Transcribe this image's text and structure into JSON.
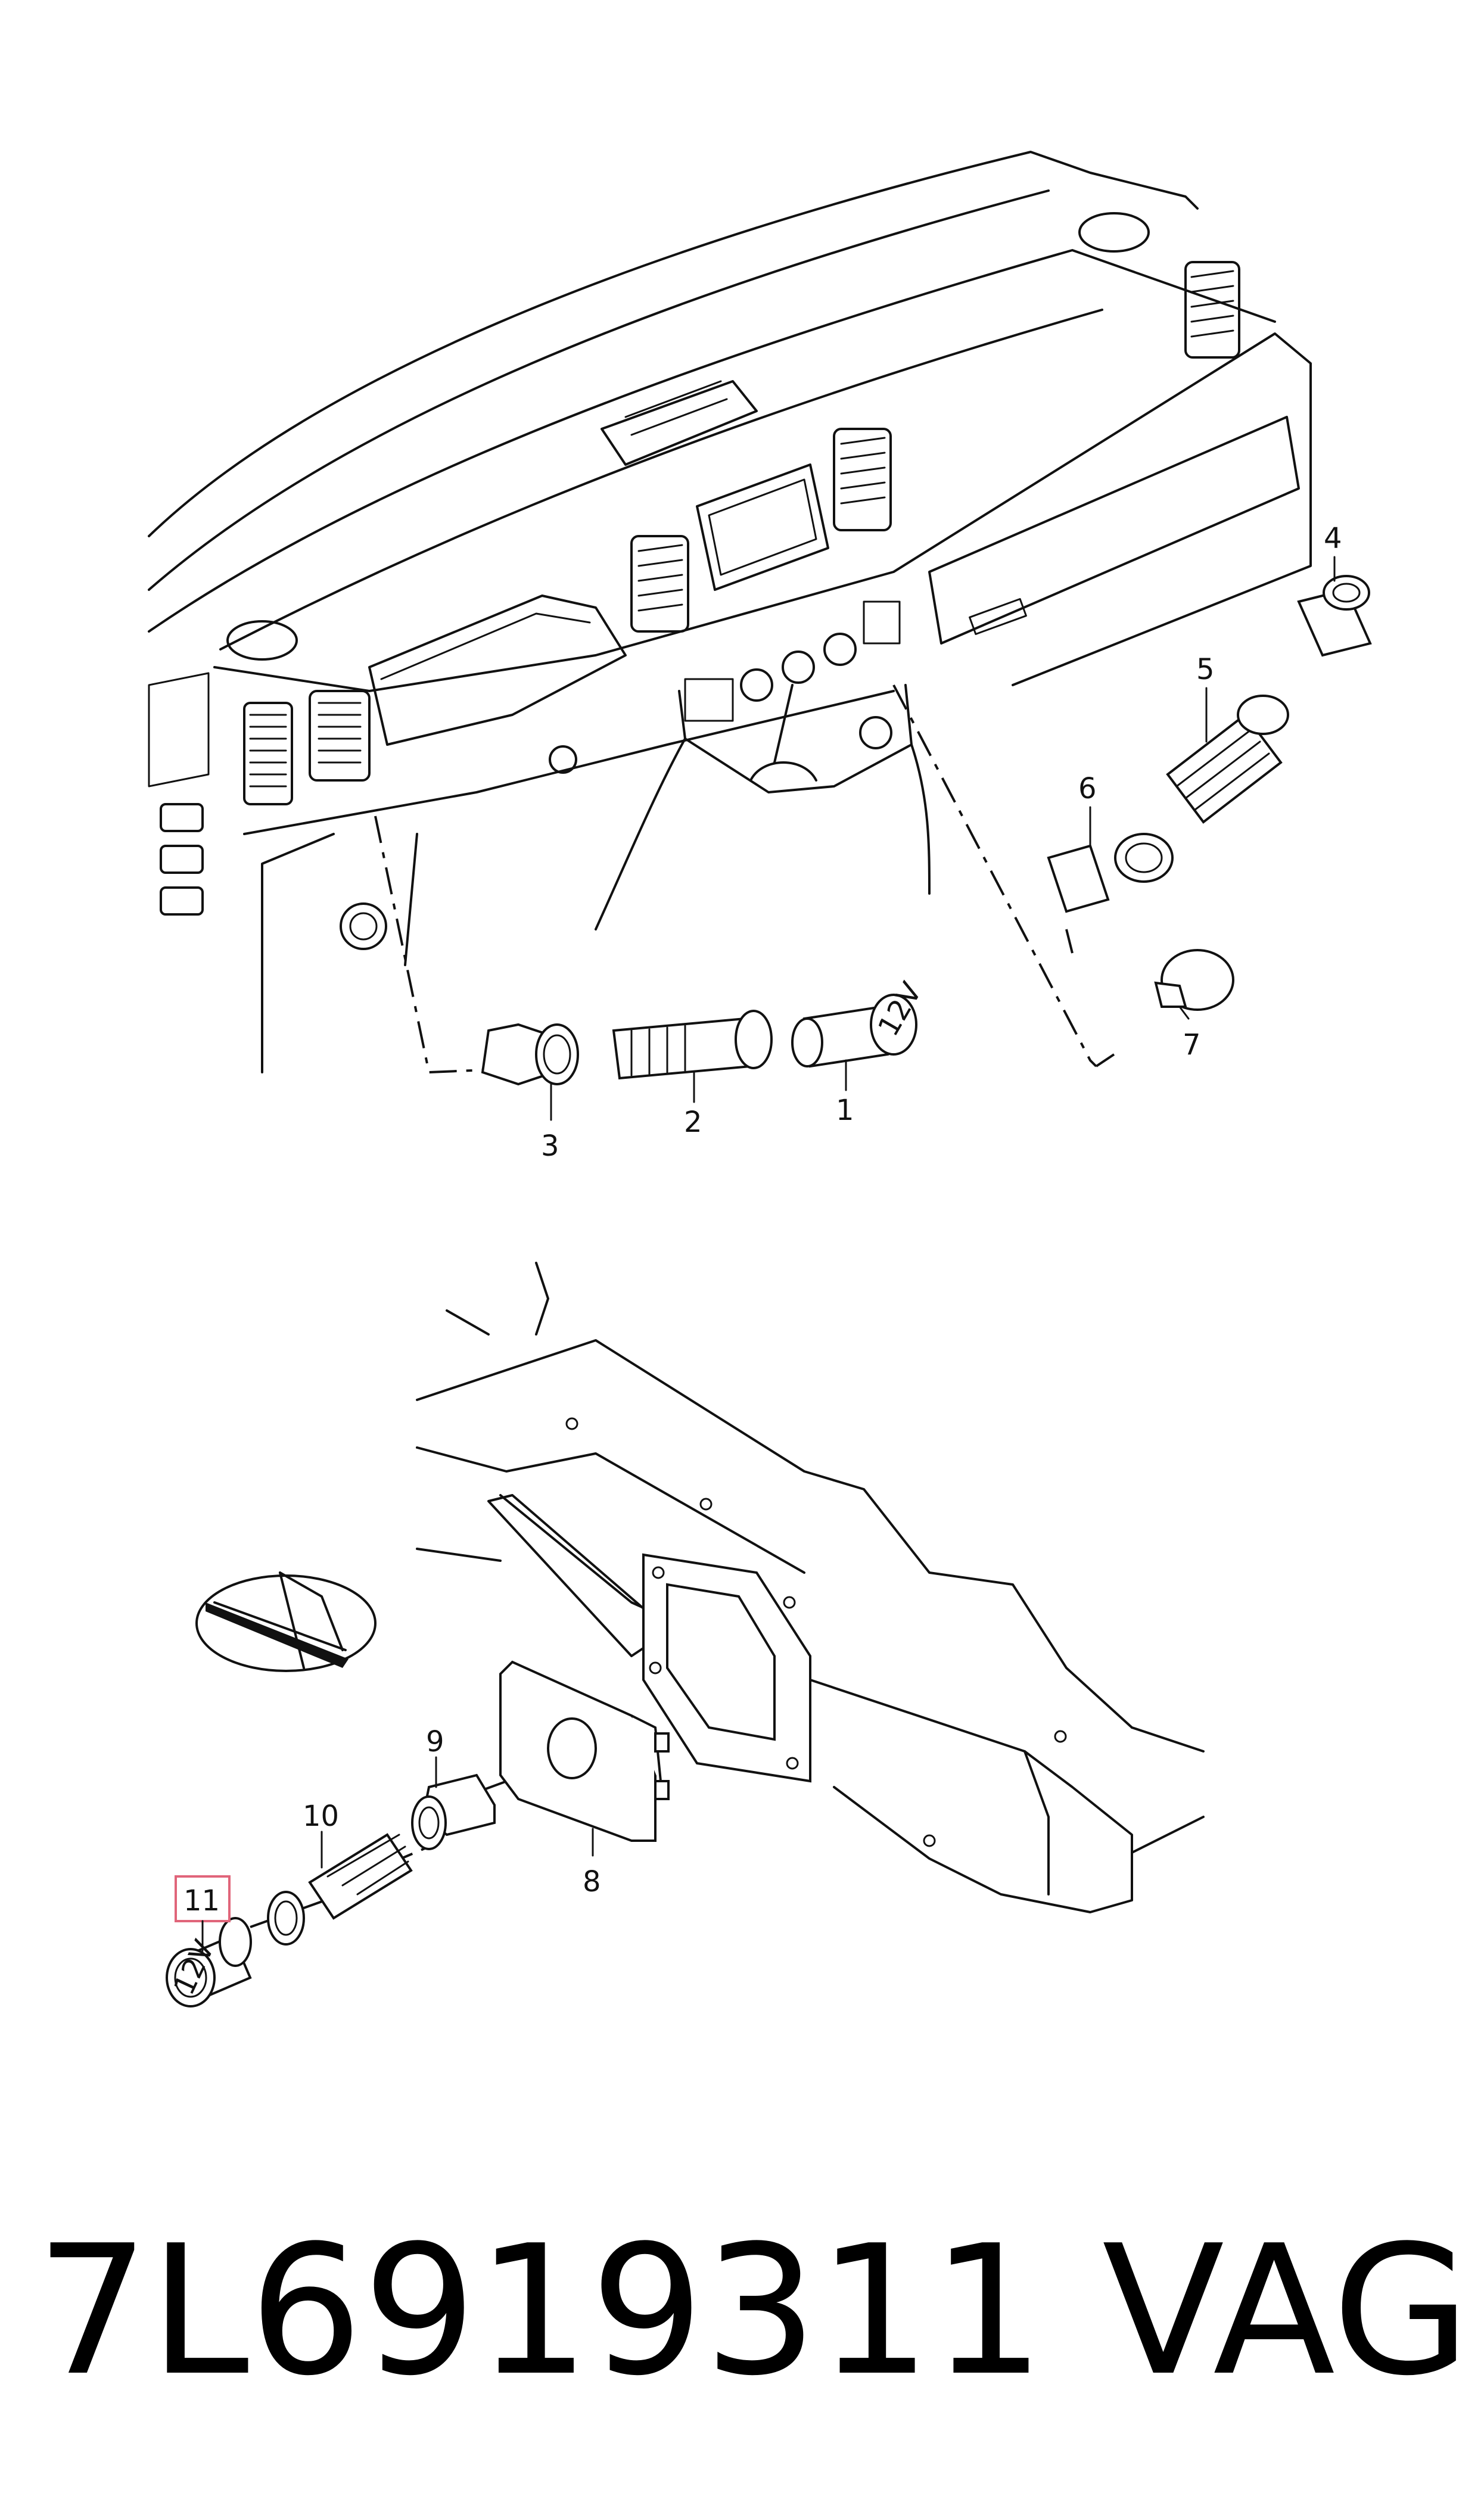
{
  "diagram": {
    "callouts": {
      "c1": "1",
      "c2": "2",
      "c3": "3",
      "c4": "4",
      "c5": "5",
      "c6": "6",
      "c7": "7",
      "c8": "8",
      "c9": "9",
      "c10": "10",
      "c11": "11"
    },
    "socket_labels": {
      "upper": "12V",
      "lower": "12V"
    },
    "highlighted_callout": "11",
    "highlight_color": "#e0657a"
  },
  "footer": {
    "part_number": "7L6919311",
    "brand": "VAG"
  }
}
